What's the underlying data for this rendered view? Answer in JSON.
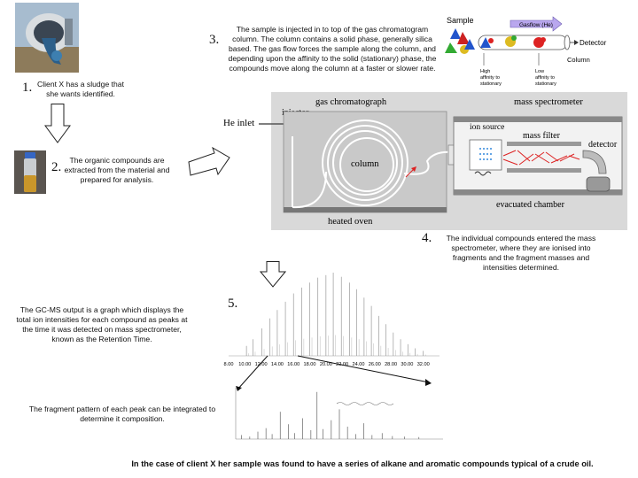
{
  "steps": [
    {
      "num": "1.",
      "text": "Client X has a sludge that she wants identified."
    },
    {
      "num": "2.",
      "text": "The organic compounds are extracted from the material and prepared for analysis."
    },
    {
      "num": "3.",
      "text": "The sample is injected in to top of the gas chromatogram column. The column contains a solid phase, generally silica based. The gas flow forces the sample along the column, and depending upon the affinity to the solid (stationary) phase, the compounds move along the column at a faster or slower rate."
    },
    {
      "num": "4.",
      "text": "The individual compounds entered the mass spectrometer, where they are ionised into fragments and the fragment masses and intensities determined."
    },
    {
      "num": "5.",
      "text": ""
    }
  ],
  "gcms_output_text": "The GC-MS output is a graph which displays the total ion intensities for each compound as peaks at the time it was detected on mass spectrometer, known as the Retention Time.",
  "fragment_text": "The fragment pattern of each peak can be integrated to determine it composition.",
  "conclusion": "In the case of client X her sample was found to have a series of alkane and aromatic compounds typical of a crude oil.",
  "column_schematic": {
    "sample": "Sample",
    "gasflow": "Gasflow (He)",
    "detector": "Detector",
    "column": "Column",
    "high_affinity": "High affinity to stationary",
    "low_affinity": "Low affinity to stationary"
  },
  "instrument": {
    "gc_label": "gas chromatograph",
    "ms_label": "mass spectrometer",
    "he_inlet": "He inlet",
    "injector": "injector",
    "column": "column",
    "heated_oven": "heated  oven",
    "ion_source": "ion source",
    "mass_filter": "mass filter",
    "detector": "detector",
    "evacuated_chamber": "evacuated chamber"
  },
  "chart_data": [
    {
      "type": "line",
      "title": "",
      "xlabel": "",
      "ylabel": "",
      "x_ticks": [
        "8.00",
        "10.00",
        "12.00",
        "14.00",
        "16.00",
        "18.00",
        "20.00",
        "22.00",
        "24.00",
        "26.00",
        "28.00",
        "30.00",
        "32.00"
      ],
      "xlim": [
        8,
        34
      ],
      "peaks": [
        {
          "x": 10.2,
          "h": 0.12
        },
        {
          "x": 11.0,
          "h": 0.2
        },
        {
          "x": 12.1,
          "h": 0.33
        },
        {
          "x": 13.1,
          "h": 0.45
        },
        {
          "x": 14.0,
          "h": 0.55
        },
        {
          "x": 15.0,
          "h": 0.65
        },
        {
          "x": 16.0,
          "h": 0.75
        },
        {
          "x": 17.0,
          "h": 0.82
        },
        {
          "x": 18.0,
          "h": 0.88
        },
        {
          "x": 19.0,
          "h": 0.94
        },
        {
          "x": 20.0,
          "h": 0.97
        },
        {
          "x": 20.9,
          "h": 1.0
        },
        {
          "x": 21.9,
          "h": 0.95
        },
        {
          "x": 22.9,
          "h": 0.88
        },
        {
          "x": 23.8,
          "h": 0.8
        },
        {
          "x": 24.7,
          "h": 0.7
        },
        {
          "x": 25.6,
          "h": 0.6
        },
        {
          "x": 26.5,
          "h": 0.48
        },
        {
          "x": 27.4,
          "h": 0.38
        },
        {
          "x": 28.3,
          "h": 0.28
        },
        {
          "x": 29.2,
          "h": 0.2
        },
        {
          "x": 30.1,
          "h": 0.14
        },
        {
          "x": 31.0,
          "h": 0.09
        },
        {
          "x": 32.0,
          "h": 0.06
        }
      ]
    },
    {
      "type": "bar",
      "title": "",
      "bars": [
        {
          "x": 0.02,
          "h": 0.08
        },
        {
          "x": 0.06,
          "h": 0.05
        },
        {
          "x": 0.1,
          "h": 0.15
        },
        {
          "x": 0.14,
          "h": 0.22
        },
        {
          "x": 0.17,
          "h": 0.1
        },
        {
          "x": 0.21,
          "h": 0.55
        },
        {
          "x": 0.25,
          "h": 0.3
        },
        {
          "x": 0.28,
          "h": 0.12
        },
        {
          "x": 0.32,
          "h": 0.42
        },
        {
          "x": 0.36,
          "h": 0.18
        },
        {
          "x": 0.39,
          "h": 0.95
        },
        {
          "x": 0.42,
          "h": 0.2
        },
        {
          "x": 0.46,
          "h": 0.38
        },
        {
          "x": 0.5,
          "h": 0.6
        },
        {
          "x": 0.54,
          "h": 0.25
        },
        {
          "x": 0.58,
          "h": 0.1
        },
        {
          "x": 0.62,
          "h": 0.32
        },
        {
          "x": 0.66,
          "h": 0.08
        },
        {
          "x": 0.71,
          "h": 0.12
        },
        {
          "x": 0.76,
          "h": 0.06
        },
        {
          "x": 0.82,
          "h": 0.05
        },
        {
          "x": 0.89,
          "h": 0.04
        }
      ]
    }
  ],
  "colors": {
    "instrument_bg": "#d9d9d9",
    "compound_blue": "#2255cc",
    "compound_red": "#dd2222",
    "compound_yellow": "#ddbb22",
    "compound_green": "#33aa33",
    "gasflow_arrow": "#b9a7ee"
  }
}
